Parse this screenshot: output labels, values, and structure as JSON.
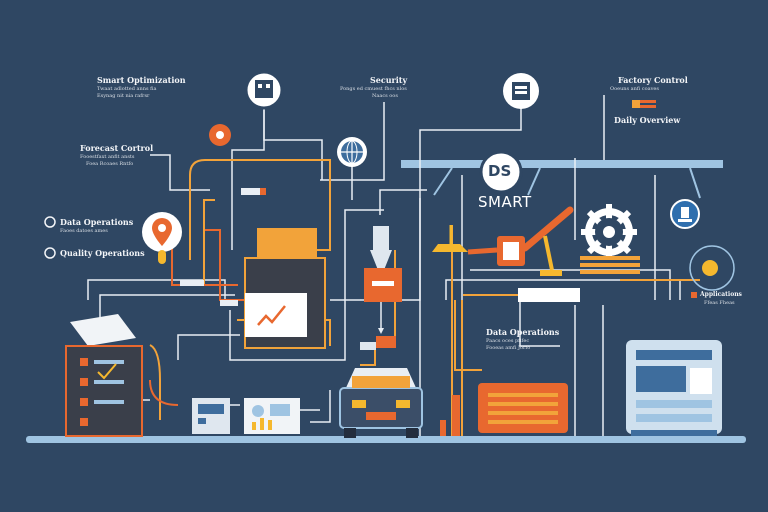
{
  "badge_text": "DS",
  "brand_text": "SMART",
  "labels": {
    "smart_optimization": {
      "title": "Smart Optimization",
      "lines": [
        "Twaat adlotted anns fia",
        "Esynag nit nia rafrsr"
      ]
    },
    "security": {
      "title": "Security",
      "lines": [
        "Pongs ed cmuest fhcs nlos",
        "Naacs oos"
      ]
    },
    "factory_control": {
      "title": "Factory Control",
      "lines": [
        "Ooeuns anfi coaves"
      ]
    },
    "forecast_control": {
      "title": "Forecast Cortrol",
      "lines": [
        "Fooestfaxt anfit ansts",
        "Foea Rcoaes Rntfo"
      ]
    },
    "daily_overview": {
      "title": "Daily Overview"
    },
    "data_operations": {
      "title": "Data Operations",
      "lines": [
        "Faoes datoes ames"
      ]
    },
    "quality_operations": {
      "title": "Quality Operations"
    },
    "data_operations_2": {
      "title": "Data Operations",
      "lines": [
        "Paacs oces pflfec",
        "Fooeas amfi Jorfo"
      ]
    },
    "applications": {
      "title": "Applications",
      "lines": [
        "Ffeas Fheas"
      ]
    }
  },
  "colors": {
    "background": "#2f4763",
    "orange": "#e8682f",
    "amber": "#f2a33a",
    "yellow": "#f5b82e",
    "light_blue": "#9fc4e2",
    "wire": "#e9eef4"
  },
  "icons": [
    "robot-icon",
    "factory-icon",
    "globe-icon",
    "gear-icon",
    "location-pin-icon",
    "truck-icon",
    "dashboard-icon",
    "server-icon",
    "report-icon",
    "settings-icon",
    "alert-icon"
  ]
}
